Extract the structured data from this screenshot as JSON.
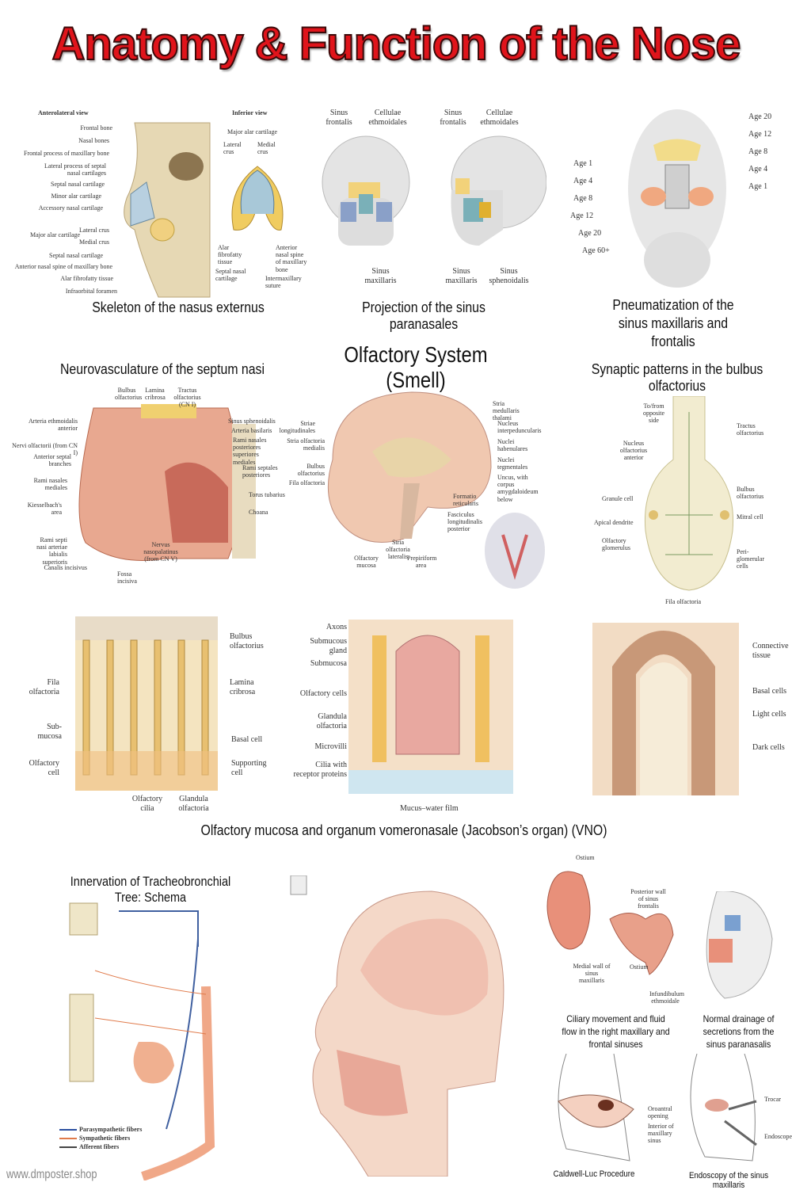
{
  "title": "Anatomy & Function of the Nose",
  "skeleton": {
    "caption": "Skeleton of the nasus externus",
    "view_left": "Anterolateral view",
    "view_right": "Inferior view",
    "labels": [
      "Frontal bone",
      "Nasal bones",
      "Frontal process of maxillary bone",
      "Lateral process of septal nasal cartilages",
      "Septal nasal cartilage",
      "Minor alar cartilage",
      "Accessory nasal cartilage",
      "Major alar cartilage",
      "Lateral crus",
      "Medial crus",
      "Septal nasal cartilage",
      "Anterior nasal spine of maxillary bone",
      "Alar fibrofatty tissue",
      "Infraorbital foramen"
    ],
    "inferior_labels": [
      "Major alar cartilage",
      "Lateral crus",
      "Medial crus",
      "Alar fibrofatty tissue",
      "Septal nasal cartilage",
      "Anterior nasal spine of maxillary bone",
      "Intermaxillary suture"
    ]
  },
  "sinus": {
    "caption": "Projection of the sinus paranasales",
    "labels": [
      "Sinus frontalis",
      "Cellulae ethmoidales",
      "Sinus frontalis",
      "Cellulae ethmoidales",
      "Sinus maxillaris",
      "Sinus maxillaris",
      "Sinus sphenoidalis"
    ]
  },
  "pneum": {
    "caption": "Pneumatization of the sinus maxillaris and frontalis",
    "ages_right": [
      "Age 20",
      "Age 12",
      "Age 8",
      "Age 4",
      "Age 1"
    ],
    "ages_left": [
      "Age 1",
      "Age 4",
      "Age 8",
      "Age 12",
      "Age 20",
      "Age 60+"
    ]
  },
  "neuro": {
    "caption": "Neurovasculature of the septum nasi",
    "labels": [
      "Bulbus olfactorius",
      "Lamina cribrosa",
      "Tractus olfactorius (CN I)",
      "Arteria ethmoidalis anterior",
      "Nervi olfactorii (from CN I)",
      "Anterior septal branches",
      "Rami nasales mediales",
      "Kiesselbach's area",
      "Rami septi nasi arteriae labialis superioris",
      "Canalis incisivus",
      "Sinus sphenoidalis",
      "Arteria basilaris",
      "Rami nasales posteriores superiores mediales",
      "Rami septales posteriores",
      "Torus tubarius",
      "Choana",
      "Nervus nasopalatinus (from CN V)",
      "Fossa incisiva"
    ]
  },
  "olfactory": {
    "heading": "Olfactory System (Smell)",
    "labels": [
      "Striae longitudinales",
      "Stria olfactoria medialis",
      "Bulbus olfactorius",
      "Fila olfactoria",
      "Stria medullaris thalami",
      "Nucleus interpeduncularis",
      "Nuclei habenulares",
      "Nuclei tegmentales",
      "Uncus, with corpus amygdaloideum below",
      "Formatio reticularis",
      "Fasciculus longitudinalis posterior",
      "Olfactory mucosa",
      "Stria olfactoria lateralis",
      "Prepiriform area"
    ]
  },
  "synaptic": {
    "caption": "Synaptic patterns in the bulbus olfactorius",
    "labels": [
      "To/from opposite side",
      "Nucleus olfactorius anterior",
      "Tractus olfactorius",
      "Granule cell",
      "Apical dendrite",
      "Olfactory glomerulus",
      "Bulbus olfactorius",
      "Mitral cell",
      "Peri-glomerular cells",
      "Fila olfactoria"
    ]
  },
  "mucosa": {
    "caption": "Olfactory mucosa and organum vomeronasale (Jacobson’s organ) (VNO)",
    "left": [
      "Bulbus olfactorius",
      "Fila olfactoria",
      "Lamina cribrosa",
      "Sub-mucosa",
      "Basal cell",
      "Olfactory cell",
      "Supporting cell",
      "Olfactory cilia",
      "Glandula olfactoria"
    ],
    "mid": [
      "Axons",
      "Submucous gland",
      "Submucosa",
      "Olfactory cells",
      "Glandula olfactoria",
      "Microvilli",
      "Cilia with receptor proteins",
      "Mucus–water film"
    ],
    "right": [
      "Connective tissue",
      "Basal cells",
      "Light cells",
      "Dark cells"
    ]
  },
  "innervation": {
    "heading": "Innervation of Tracheobronchial Tree: Schema",
    "legend": [
      "Parasympathetic fibers",
      "Sympathetic fibers",
      "Afferent fibers"
    ],
    "legend_colors": [
      "#2a4fa0",
      "#e07a4a",
      "#444444"
    ]
  },
  "sinus_flow": {
    "caption": "Ciliary movement and fluid flow in the right maxillary and frontal sinuses",
    "labels": [
      "Ostium",
      "Posterior wall of sinus frontalis",
      "Medial wall of sinus maxillaris",
      "Ostium",
      "Infundibulum ethmoidale"
    ]
  },
  "drainage": {
    "caption": "Normal drainage of secretions from the sinus paranasalis"
  },
  "caldwell": {
    "caption": "Caldwell-Luc Procedure",
    "labels": [
      "Oroantral opening",
      "Interior of maxillary sinus"
    ]
  },
  "endoscopy": {
    "caption": "Endoscopy of the sinus maxillaris",
    "labels": [
      "Trocar",
      "Endoscope"
    ]
  },
  "watermark": "www.dmposter.shop"
}
